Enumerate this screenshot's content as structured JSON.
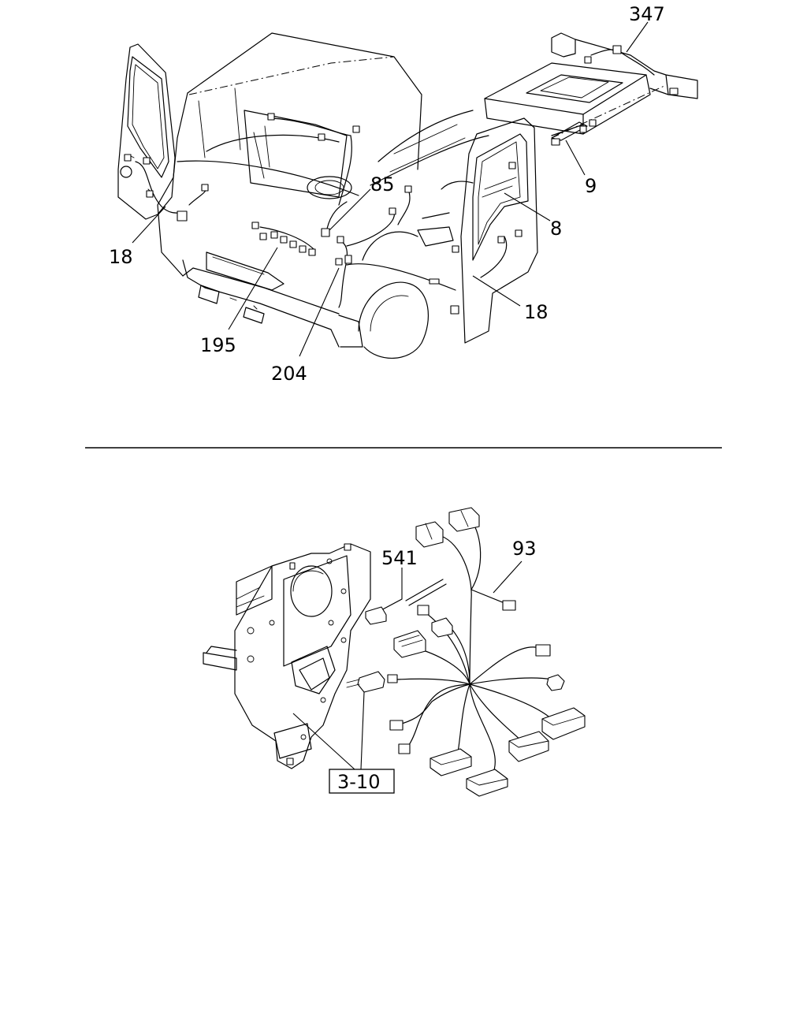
{
  "top_view": {
    "callouts": {
      "c347": "347",
      "c9": "9",
      "c85": "85",
      "c8": "8",
      "c18_left": "18",
      "c18_right": "18",
      "c195": "195",
      "c204": "204"
    }
  },
  "bottom_view": {
    "callouts": {
      "c541": "541",
      "c93": "93",
      "ref_box": "3-10"
    }
  }
}
